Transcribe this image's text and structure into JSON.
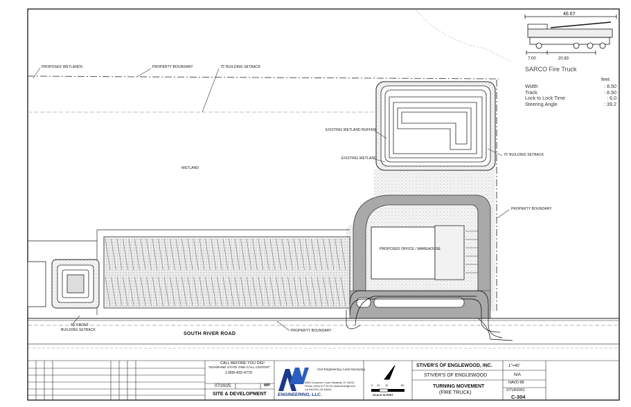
{
  "truck": {
    "overall_length": "46.67",
    "dim_front": "7.00",
    "dim_wheelbase": "20.83",
    "name": "SARCO Fire Truck",
    "units": "feet",
    "specs": [
      {
        "label": "Width",
        "value": ": 8.50"
      },
      {
        "label": "Track",
        "value": ": 8.50"
      },
      {
        "label": "Lock to Lock Time",
        "value": ": 6.0"
      },
      {
        "label": "Steering Angle",
        "value": ": 39.2"
      }
    ]
  },
  "labels": {
    "proposed_wetlands": "PROPOSED WETLANDS",
    "property_boundary_top": "PROPERTY BOUNDARY",
    "setback_top": "75' BUILDING SETBACK",
    "existing_wetland_buffer": "EXISTING WETLAND BUFFER",
    "existing_wetland": "EXISTING WETLAND",
    "setback_right": "75' BUILDING SETBACK",
    "wetland": "WETLAND",
    "property_boundary_right": "PROPERTY BOUNDARY",
    "building": "PROPOSED OFFICE / WAREHOUSE",
    "front_setback_1": "50' FRONT",
    "front_setback_2": "BUILDING SETBACK",
    "road": "SOUTH RIVER ROAD",
    "property_boundary_bottom": "PROPERTY BOUNDARY"
  },
  "title_block": {
    "call_1": "CALL BEFORE YOU DIG!",
    "call_2": "\"SUNSHINE STATE ONE-CALL CENTER\"",
    "call_3": "1-800-432-4770",
    "date": "07/20/25",
    "initials": "WP",
    "section": "SITE & DEVELOPMENT",
    "firm_name": "ENGINEERING, LLC.",
    "firm_services": "Civil Engineering | Land Surveying",
    "firm_addr_1": "6040 Consumer Court Sarasota, FL 34240",
    "firm_addr_2": "Phone: (941) 377-9178 | www.amengfl.com",
    "firm_addr_3": "CA #30105 | LB #4004",
    "scale_caption": "SCALE IN FEET",
    "scale_0": "0",
    "scale_20": "20",
    "scale_40": "40",
    "scale_80": "80",
    "project_1": "STIVER'S OF ENGLEWOOD, INC.",
    "project_2": "STIVER'S OF ENGLEWOOD",
    "sheet_title_1": "TURNING MOVEMENT",
    "sheet_title_2": "(FIRE TRUCK)",
    "scale_value": "1\"=40'",
    "vertical_scale": "N/A",
    "datum": "NAVD 88",
    "project_no": "STVR0001",
    "sheet_no": "C-304"
  }
}
